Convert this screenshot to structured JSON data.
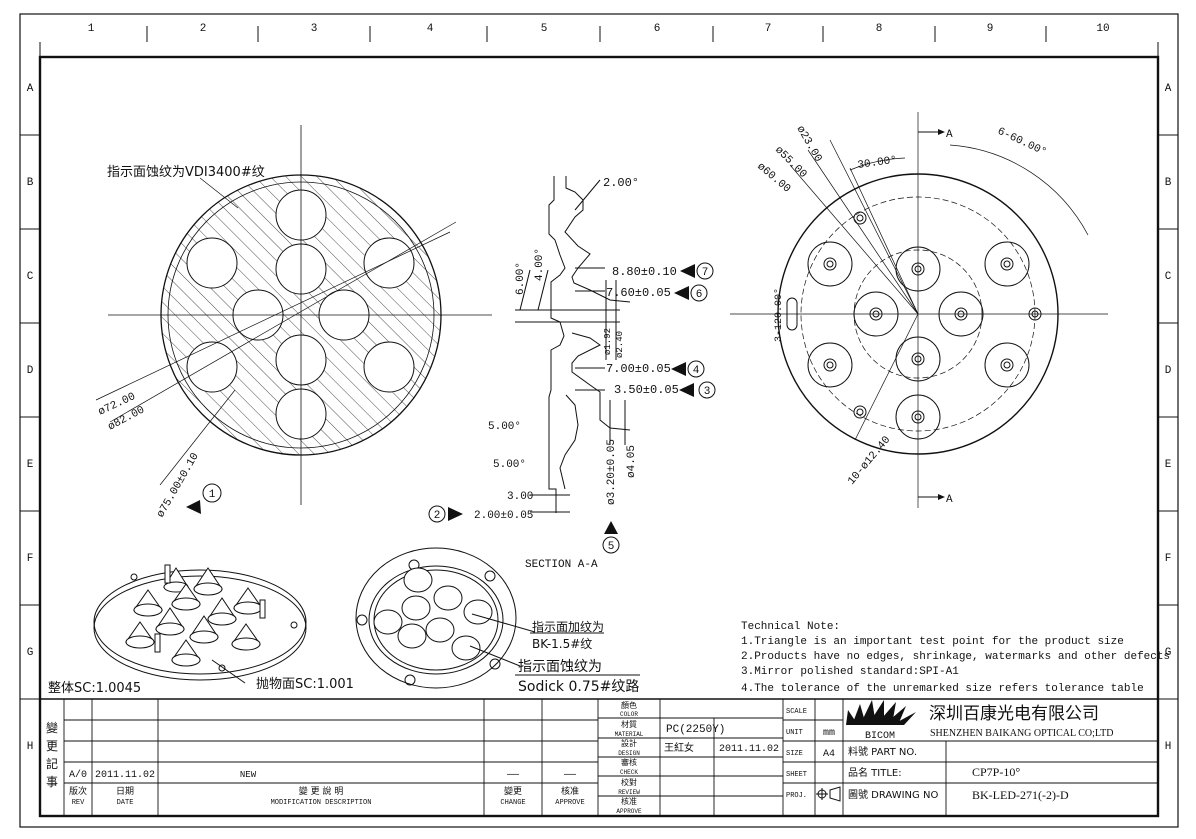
{
  "border": {
    "columns": [
      "1",
      "2",
      "3",
      "4",
      "5",
      "6",
      "7",
      "8",
      "9",
      "10"
    ],
    "rows": [
      "A",
      "B",
      "C",
      "D",
      "E",
      "F",
      "G",
      "H"
    ]
  },
  "left_view": {
    "callout_texture": "指示面蚀纹为VDI3400#纹",
    "dim_72": "ø72.00",
    "dim_82": "ø82.00",
    "dim_75": "ø75.00±0.10",
    "mark_1": "1"
  },
  "section": {
    "label": "SECTION A-A",
    "angle_2": "2.00°",
    "angle_6": "6.00°",
    "angle_4": "4.00°",
    "angle_5a": "5.00°",
    "angle_5b": "5.00°",
    "dim_880": "8.80±0.10",
    "mark_7": "7",
    "dim_760": "7.60±0.05",
    "mark_6": "6",
    "dim_700": "7.00±0.05",
    "mark_4": "4",
    "dim_350": "3.50±0.05",
    "mark_3": "3",
    "dia_192": "ø1.92",
    "dia_240": "ø2.40",
    "dim_320": "ø3.20±0.05",
    "dim_405": "ø4.05",
    "dim_300": "3.00",
    "dim_200": "2.00±0.05",
    "mark_2": "2",
    "mark_5": "5"
  },
  "right_view": {
    "dia_23": "ø23.00",
    "dia_55": "ø55.00",
    "dia_60": "ø60.00",
    "ang_30": "30.00°",
    "ang_6_60": "6-60.00°",
    "r_3_120": "3-120.00°",
    "holes_10": "10-ø12.40",
    "sec_top": "A",
    "sec_bottom": "A"
  },
  "iso": {
    "whole_sc": "整体SC:1.0045",
    "polish_sc": "抛物面SC:1.001",
    "texture_15": "指示面加纹为",
    "texture_15b": "BK-1.5#纹",
    "texture_sodick": "指示面蚀纹为",
    "texture_sodick_b": "Sodick 0.75#纹路"
  },
  "notes": {
    "title": "Technical Note:",
    "lines": [
      "1.Triangle is an important test point for the product size",
      "2.Products have no edges, shrinkage, watermarks and other defects",
      "3.Mirror polished standard:SPI-A1",
      "4.The tolerance of the unremarked size refers tolerance table"
    ]
  },
  "title_block": {
    "revision_side": "變更記事",
    "rev_row": {
      "rev": "A/0",
      "date": "2011.11.02",
      "desc": "NEW",
      "change": "——",
      "approve": "——"
    },
    "rev_hdr": {
      "rev_cn": "版次",
      "rev_en": "REV",
      "date_cn": "日期",
      "date_en": "DATE",
      "desc_cn": "變 更 說 明",
      "desc_en": "MODIFICATION DESCRIPTION",
      "change_cn": "變更",
      "change_en": "CHANGE",
      "approve_cn": "核准",
      "approve_en": "APPROVE"
    },
    "labels": {
      "color_cn": "顏色",
      "color_en": "COLOR",
      "material_cn": "材質",
      "material_en": "MATERIAL",
      "design_cn": "設計",
      "design_en": "DESIGN",
      "check_cn": "審核",
      "check_en": "CHECK",
      "review_cn": "校對",
      "review_en": "REVIEW",
      "approve2_cn": "核准",
      "approve2_en": "APPROVE"
    },
    "material": "PC(2250Y)",
    "designer": "王紅女",
    "design_date": "2011.11.02",
    "scale_lbl": "SCALE",
    "unit_lbl": "UNIT",
    "unit_val": "mm",
    "size_lbl": "SIZE",
    "size_val": "A4",
    "sheet_lbl": "SHEET",
    "proj_lbl": "PROJ.",
    "company_cn": "深圳百康光电有限公司",
    "company_en": "SHENZHEN BAIKANG OPTICAL CO;LTD",
    "logo_text": "BICOM",
    "part_lbl": "料號  PART NO.",
    "title_lbl": "品名  TITLE:",
    "title_val": "CP7P-10°",
    "drawing_lbl": "圖號  DRAWING NO",
    "drawing_val": "BK-LED-271(-2)-D"
  }
}
